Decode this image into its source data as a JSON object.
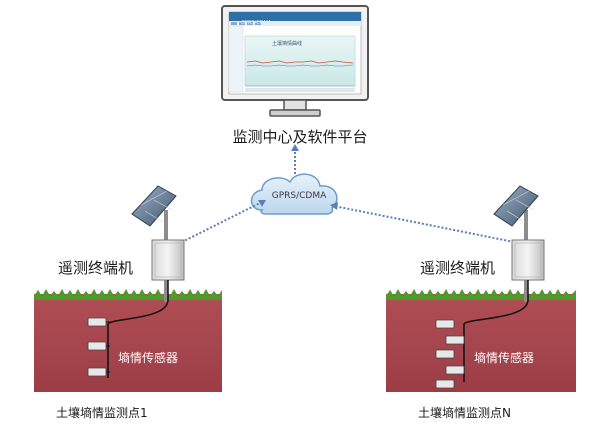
{
  "monitor": {
    "caption": "监测中心及软件平台",
    "app_title": "GPRS/CDMA",
    "chart_title": "土壤墒情曲线"
  },
  "network": {
    "label": "GPRS/CDMA"
  },
  "stations": [
    {
      "terminal_label": "遥测终端机",
      "sensor_label": "墒情传感器",
      "point_label": "土壤墒情监测点1"
    },
    {
      "terminal_label": "遥测终端机",
      "sensor_label": "墒情传感器",
      "point_label": "土壤墒情监测点N"
    }
  ],
  "colors": {
    "soil": "#a8454e",
    "grass": "#4e9a2a",
    "cloud": "#cfe3f5",
    "cloud_stroke": "#6f9cc8",
    "link": "#5a7fb5"
  }
}
